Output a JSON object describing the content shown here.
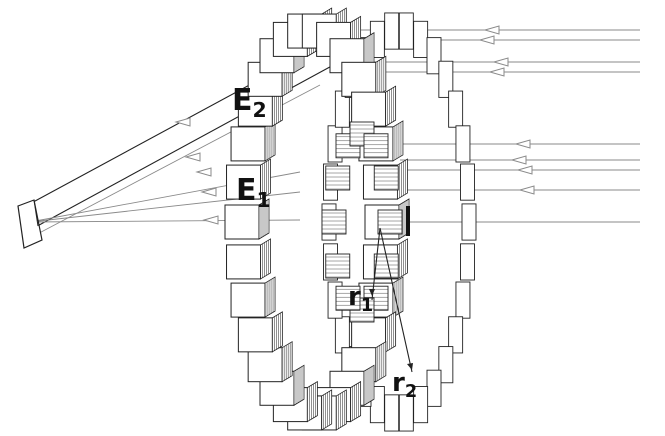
{
  "labels": {
    "e2": {
      "main": "E",
      "sub": "2"
    },
    "e1": {
      "main": "E",
      "sub": "1"
    },
    "r1": {
      "main": "r",
      "sub": "1"
    },
    "r2": {
      "main": "r",
      "sub": "2"
    }
  },
  "colors": {
    "stroke": "#222222",
    "ray": "#8a8a8a",
    "face": "#ffffff",
    "dark": "#111111"
  }
}
